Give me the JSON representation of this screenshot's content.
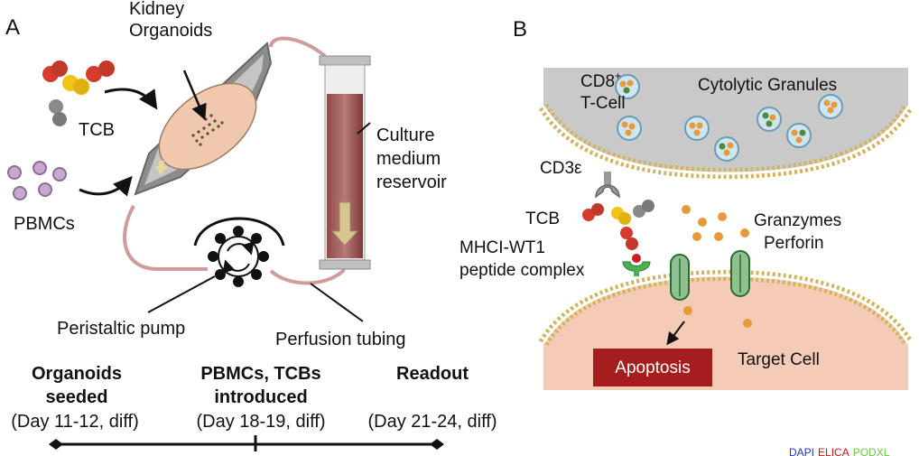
{
  "panelA": {
    "letter": "A",
    "labels": {
      "kidney_line1": "Kidney",
      "kidney_line2": "Organoids",
      "tcb": "TCB",
      "pbmcs": "PBMCs",
      "culture_line1": "Culture",
      "culture_line2": "medium",
      "culture_line3": "reservoir",
      "pump": "Peristaltic pump",
      "tubing": "Perfusion tubing"
    },
    "timeline": [
      {
        "title1": "Organoids",
        "title2": "seeded",
        "detail": "(Day 11-12, diff)"
      },
      {
        "title1": "PBMCs, TCBs",
        "title2": "introduced",
        "detail": "(Day 18-19, diff)"
      },
      {
        "title1": "Readout",
        "title2": "",
        "detail": "(Day 21-24, diff)"
      }
    ]
  },
  "panelB": {
    "letter": "B",
    "labels": {
      "cd8": "CD8",
      "cd8_sup": "+",
      "tcell": "T-Cell",
      "granules": "Cytolytic Granules",
      "cd3e": "CD3ε",
      "tcb": "TCB",
      "granzymes": "Granzymes",
      "perforin": "Perforin",
      "mhc_line1": "MHCI-WT1",
      "mhc_line2": "peptide complex",
      "apoptosis": "Apoptosis",
      "target": "Target Cell"
    }
  },
  "footer": {
    "dapi": "DAPI",
    "elica": "ELICA",
    "podxl": "PODXL"
  },
  "colors": {
    "tcell": "#c9c9c9",
    "target": "#f4cbb6",
    "apoptosis": "#a51d1d",
    "granule_dot": "#e89a3a",
    "channel": "#79b07d",
    "dapi": "#2233cc",
    "elica": "#cc1111",
    "podxl": "#66cc33"
  }
}
